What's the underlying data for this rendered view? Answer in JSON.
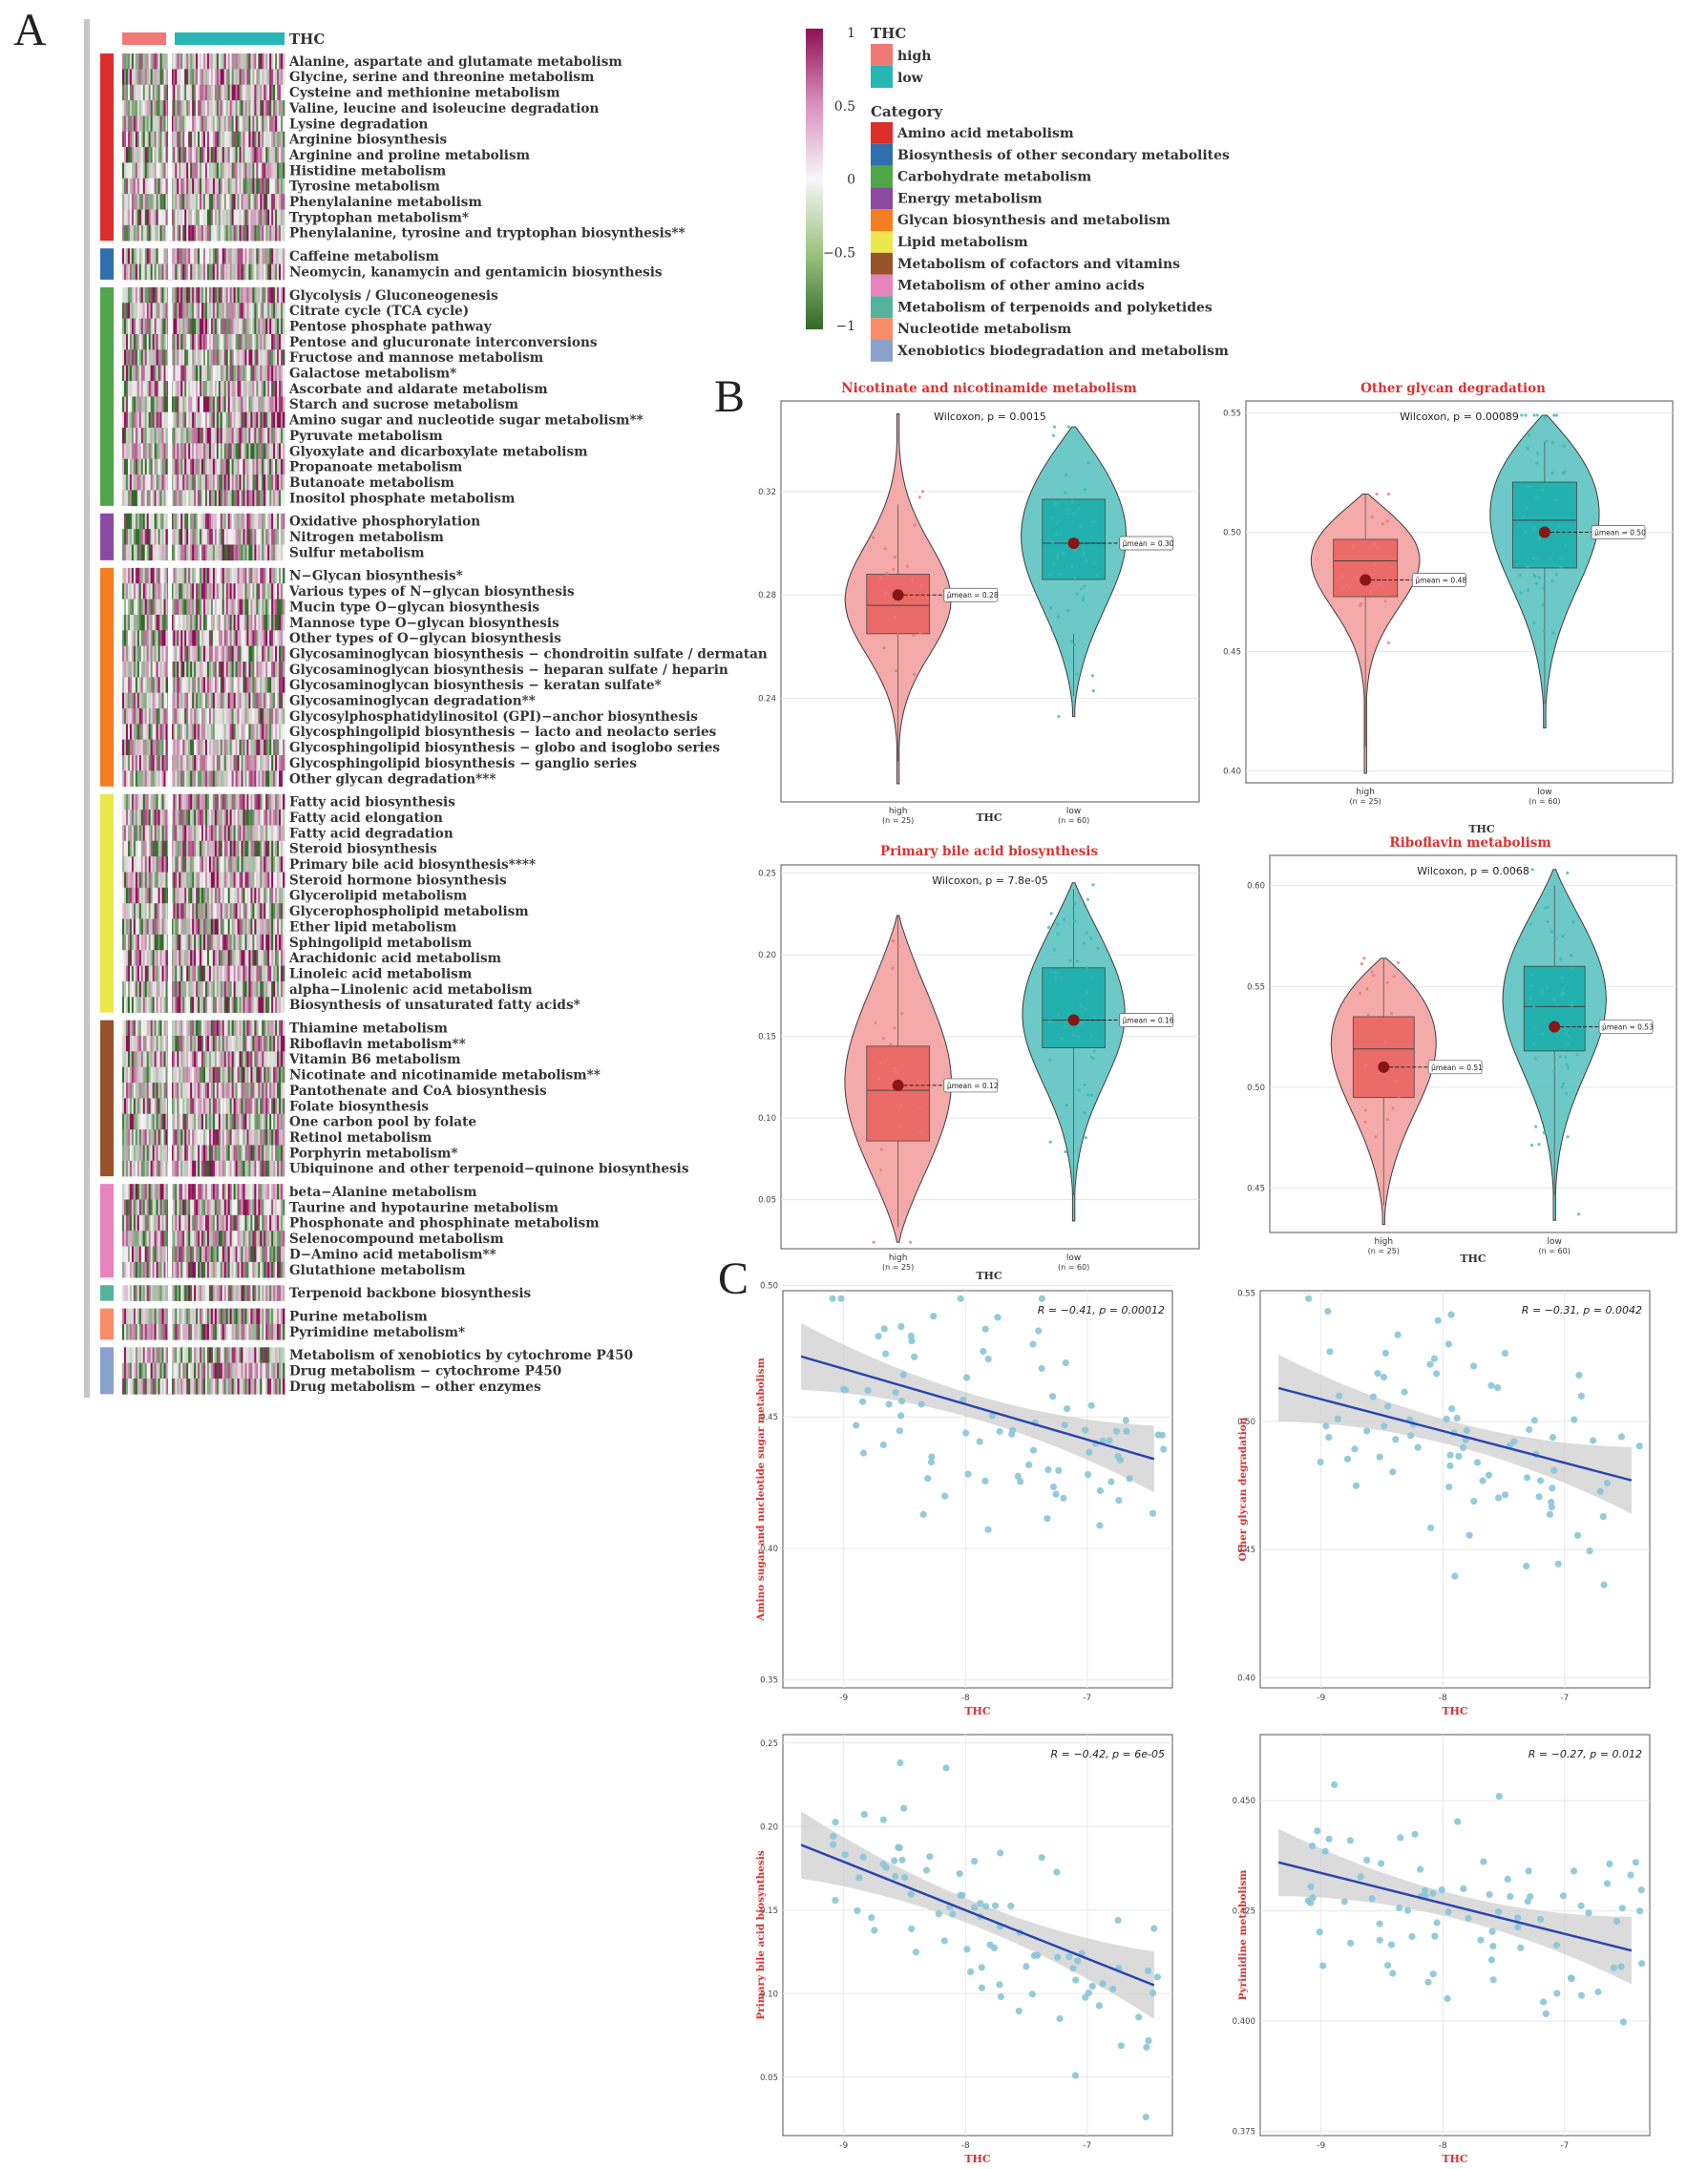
{
  "panel_labels": {
    "a": "A",
    "b": "B",
    "c": "C"
  },
  "colors": {
    "high": "#f07a78",
    "low": "#27b6b3",
    "violin_high": "#f4a6a5",
    "violin_low": "#66c7c5",
    "box_high": "#ea6b68",
    "box_low": "#22b1ae",
    "mean_dot": "#8a1515",
    "title_red": "#d83232",
    "scatter_point": "#88c5d8",
    "fit_line": "#2842b0",
    "heat_low": "#33692a",
    "heat_mid": "#f7f7f7",
    "heat_high": "#8e1056"
  },
  "heatmap": {
    "annotation_label": "THC",
    "legend": {
      "color_ticks": [
        "1",
        "0.5",
        "0",
        "−0.5",
        "−1"
      ],
      "thc_title": "THC",
      "thc_items": [
        {
          "label": "high",
          "color": "#f07a78"
        },
        {
          "label": "low",
          "color": "#27b6b3"
        }
      ],
      "category_title": "Category",
      "category_items": [
        {
          "label": "Amino acid metabolism",
          "color": "#dc2e2b"
        },
        {
          "label": "Biosynthesis of other secondary metabolites",
          "color": "#2f6fab"
        },
        {
          "label": "Carbohydrate metabolism",
          "color": "#4fa548"
        },
        {
          "label": "Energy metabolism",
          "color": "#8a4aa1"
        },
        {
          "label": "Glycan biosynthesis and metabolism",
          "color": "#f47d20"
        },
        {
          "label": "Lipid metabolism",
          "color": "#eae84a"
        },
        {
          "label": "Metabolism of cofactors and vitamins",
          "color": "#98522a"
        },
        {
          "label": "Metabolism of other amino acids",
          "color": "#e784bd"
        },
        {
          "label": "Metabolism of terpenoids and polyketides",
          "color": "#55b39c"
        },
        {
          "label": "Nucleotide metabolism",
          "color": "#f98b67"
        },
        {
          "label": "Xenobiotics biodegradation and metabolism",
          "color": "#8aa1cb"
        }
      ]
    },
    "groups": [
      {
        "category": "Amino acid metabolism",
        "pathways": [
          "Alanine, aspartate and glutamate metabolism",
          "Glycine, serine and threonine metabolism",
          "Cysteine and methionine metabolism",
          "Valine, leucine and isoleucine degradation",
          "Lysine degradation",
          "Arginine biosynthesis",
          "Arginine and proline metabolism",
          "Histidine metabolism",
          "Tyrosine metabolism",
          "Phenylalanine metabolism",
          "Tryptophan metabolism*",
          "Phenylalanine, tyrosine and tryptophan biosynthesis**"
        ]
      },
      {
        "category": "Biosynthesis of other secondary metabolites",
        "pathways": [
          "Caffeine metabolism",
          "Neomycin, kanamycin and gentamicin biosynthesis"
        ]
      },
      {
        "category": "Carbohydrate metabolism",
        "pathways": [
          "Glycolysis / Gluconeogenesis",
          "Citrate cycle (TCA cycle)",
          "Pentose phosphate pathway",
          "Pentose and glucuronate interconversions",
          "Fructose and mannose metabolism",
          "Galactose metabolism*",
          "Ascorbate and aldarate metabolism",
          "Starch and sucrose metabolism",
          "Amino sugar and nucleotide sugar metabolism**",
          "Pyruvate metabolism",
          "Glyoxylate and dicarboxylate metabolism",
          "Propanoate metabolism",
          "Butanoate metabolism",
          "Inositol phosphate metabolism"
        ]
      },
      {
        "category": "Energy metabolism",
        "pathways": [
          "Oxidative phosphorylation",
          "Nitrogen metabolism",
          "Sulfur metabolism"
        ]
      },
      {
        "category": "Glycan biosynthesis and metabolism",
        "pathways": [
          "N−Glycan biosynthesis*",
          "Various types of N−glycan biosynthesis",
          "Mucin type O−glycan biosynthesis",
          "Mannose type O−glycan biosynthesis",
          "Other types of O−glycan biosynthesis",
          "Glycosaminoglycan biosynthesis − chondroitin sulfate / dermatan",
          "Glycosaminoglycan biosynthesis − heparan sulfate / heparin",
          "Glycosaminoglycan biosynthesis − keratan sulfate*",
          "Glycosaminoglycan degradation**",
          "Glycosylphosphatidylinositol (GPI)−anchor biosynthesis",
          "Glycosphingolipid biosynthesis − lacto and neolacto series",
          "Glycosphingolipid biosynthesis − globo and isoglobo series",
          "Glycosphingolipid biosynthesis − ganglio series",
          "Other glycan degradation***"
        ]
      },
      {
        "category": "Lipid metabolism",
        "pathways": [
          "Fatty acid biosynthesis",
          "Fatty acid elongation",
          "Fatty acid degradation",
          "Steroid biosynthesis",
          "Primary bile acid biosynthesis****",
          "Steroid hormone biosynthesis",
          "Glycerolipid metabolism",
          "Glycerophospholipid metabolism",
          "Ether lipid metabolism",
          "Sphingolipid metabolism",
          "Arachidonic acid metabolism",
          "Linoleic acid metabolism",
          "alpha−Linolenic acid metabolism",
          "Biosynthesis of unsaturated fatty acids*"
        ]
      },
      {
        "category": "Metabolism of cofactors and vitamins",
        "pathways": [
          "Thiamine metabolism",
          "Riboflavin metabolism**",
          "Vitamin B6 metabolism",
          "Nicotinate and nicotinamide metabolism**",
          "Pantothenate and CoA biosynthesis",
          "Folate biosynthesis",
          "One carbon pool by folate",
          "Retinol metabolism",
          "Porphyrin metabolism*",
          "Ubiquinone and other terpenoid−quinone biosynthesis"
        ]
      },
      {
        "category": "Metabolism of other amino acids",
        "pathways": [
          "beta−Alanine metabolism",
          "Taurine and hypotaurine metabolism",
          "Phosphonate and phosphinate metabolism",
          "Selenocompound metabolism",
          "D−Amino acid metabolism**",
          "Glutathione metabolism"
        ]
      },
      {
        "category": "Metabolism of terpenoids and polyketides",
        "pathways": [
          "Terpenoid backbone biosynthesis"
        ]
      },
      {
        "category": "Nucleotide metabolism",
        "pathways": [
          "Purine metabolism",
          "Pyrimidine metabolism*"
        ]
      },
      {
        "category": "Xenobiotics biodegradation and metabolism",
        "pathways": [
          "Metabolism of xenobiotics by cytochrome P450",
          "Drug metabolism − cytochrome P450",
          "Drug metabolism − other enzymes"
        ]
      }
    ]
  },
  "chart_data": [
    {
      "type": "violin",
      "title": "Nicotinate and nicotinamide metabolism",
      "subtitle": "Wilcoxon, p = 0.0015",
      "xlabel": "THC",
      "ylabel": "",
      "categories": [
        "high",
        "low"
      ],
      "n_labels": [
        "(n = 25)",
        "(n = 60)"
      ],
      "means": [
        0.28,
        0.3
      ],
      "mean_labels": [
        "μ̂mean = 0.28",
        "μ̂mean = 0.30"
      ],
      "box": [
        [
          0.265,
          0.276,
          0.288,
          0.315
        ],
        [
          0.286,
          0.3,
          0.317,
          0.265
        ]
      ],
      "range": [
        [
          0.207,
          0.35
        ],
        [
          0.233,
          0.345
        ]
      ],
      "ylim": [
        0.2,
        0.355
      ],
      "yticks": [
        0.24,
        0.28,
        0.32
      ]
    },
    {
      "type": "violin",
      "title": "Other glycan degradation",
      "subtitle": "Wilcoxon, p = 0.00089",
      "xlabel": "THC",
      "ylabel": "",
      "categories": [
        "high",
        "low"
      ],
      "n_labels": [
        "(n = 25)",
        "(n = 60)"
      ],
      "means": [
        0.48,
        0.5
      ],
      "mean_labels": [
        "μ̂mean = 0.48",
        "μ̂mean = 0.50"
      ],
      "box": [
        [
          0.473,
          0.488,
          0.497,
          0.516
        ],
        [
          0.485,
          0.505,
          0.521,
          0.538
        ]
      ],
      "range": [
        [
          0.399,
          0.516
        ],
        [
          0.418,
          0.549
        ]
      ],
      "ylim": [
        0.395,
        0.555
      ],
      "yticks": [
        0.4,
        0.45,
        0.5,
        0.55
      ]
    },
    {
      "type": "violin",
      "title": "Primary bile acid biosynthesis",
      "subtitle": "Wilcoxon, p = 7.8e-05",
      "xlabel": "THC",
      "ylabel": "",
      "categories": [
        "high",
        "low"
      ],
      "n_labels": [
        "(n = 25)",
        "(n = 60)"
      ],
      "means": [
        0.12,
        0.16
      ],
      "mean_labels": [
        "μ̂mean = 0.12",
        "μ̂mean = 0.16"
      ],
      "box": [
        [
          0.086,
          0.117,
          0.144,
          0.224
        ],
        [
          0.143,
          0.16,
          0.192,
          0.24
        ]
      ],
      "range": [
        [
          0.024,
          0.224
        ],
        [
          0.037,
          0.244
        ]
      ],
      "ylim": [
        0.02,
        0.255
      ],
      "yticks": [
        0.05,
        0.1,
        0.15,
        0.2,
        0.25
      ]
    },
    {
      "type": "violin",
      "title": "Riboflavin metabolism",
      "subtitle": "Wilcoxon, p = 0.0068",
      "xlabel": "THC",
      "ylabel": "",
      "categories": [
        "high",
        "low"
      ],
      "n_labels": [
        "(n = 25)",
        "(n = 60)"
      ],
      "means": [
        0.51,
        0.53
      ],
      "mean_labels": [
        "μ̂mean = 0.51",
        "μ̂mean = 0.53"
      ],
      "box": [
        [
          0.495,
          0.519,
          0.535,
          0.564
        ],
        [
          0.518,
          0.54,
          0.56,
          0.6
        ]
      ],
      "range": [
        [
          0.432,
          0.564
        ],
        [
          0.434,
          0.608
        ]
      ],
      "ylim": [
        0.428,
        0.615
      ],
      "yticks": [
        0.45,
        0.5,
        0.55,
        0.6
      ]
    },
    {
      "type": "scatter",
      "title": "",
      "annotation": "R = −0.41, p = 0.00012",
      "xlabel": "THC",
      "ylabel": "Amino sugar and nucleotide sugar metabolism",
      "xlim": [
        -9.5,
        -6.3
      ],
      "ylim": [
        0.347,
        0.498
      ],
      "xticks": [
        -9,
        -8,
        -7
      ],
      "yticks": [
        0.35,
        0.4,
        0.45,
        0.5
      ],
      "fit": {
        "x": [
          -9.35,
          -6.45
        ],
        "y": [
          0.473,
          0.434
        ]
      }
    },
    {
      "type": "scatter",
      "title": "",
      "annotation": "R = −0.31, p = 0.0042",
      "xlabel": "THC",
      "ylabel": "Other glycan degradation",
      "xlim": [
        -9.5,
        -6.3
      ],
      "ylim": [
        0.396,
        0.551
      ],
      "xticks": [
        -9,
        -8,
        -7
      ],
      "yticks": [
        0.4,
        0.45,
        0.5,
        0.55
      ],
      "fit": {
        "x": [
          -9.35,
          -6.45
        ],
        "y": [
          0.513,
          0.477
        ]
      }
    },
    {
      "type": "scatter",
      "title": "",
      "annotation": "R = −0.42, p = 6e-05",
      "xlabel": "THC",
      "ylabel": "Primary bile acid biosynthesis",
      "xlim": [
        -9.5,
        -6.3
      ],
      "ylim": [
        0.015,
        0.255
      ],
      "xticks": [
        -9,
        -8,
        -7
      ],
      "yticks": [
        0.05,
        0.1,
        0.15,
        0.2,
        0.25
      ],
      "fit": {
        "x": [
          -9.35,
          -6.45
        ],
        "y": [
          0.189,
          0.105
        ]
      }
    },
    {
      "type": "scatter",
      "title": "",
      "annotation": "R = −0.27, p = 0.012",
      "xlabel": "THC",
      "ylabel": "Pyrimidine metabolism",
      "xlim": [
        -9.5,
        -6.3
      ],
      "ylim": [
        0.374,
        0.465
      ],
      "xticks": [
        -9,
        -8,
        -7
      ],
      "yticks": [
        0.375,
        0.4,
        0.425,
        0.45
      ],
      "fit": {
        "x": [
          -9.35,
          -6.45
        ],
        "y": [
          0.436,
          0.416
        ]
      }
    }
  ]
}
